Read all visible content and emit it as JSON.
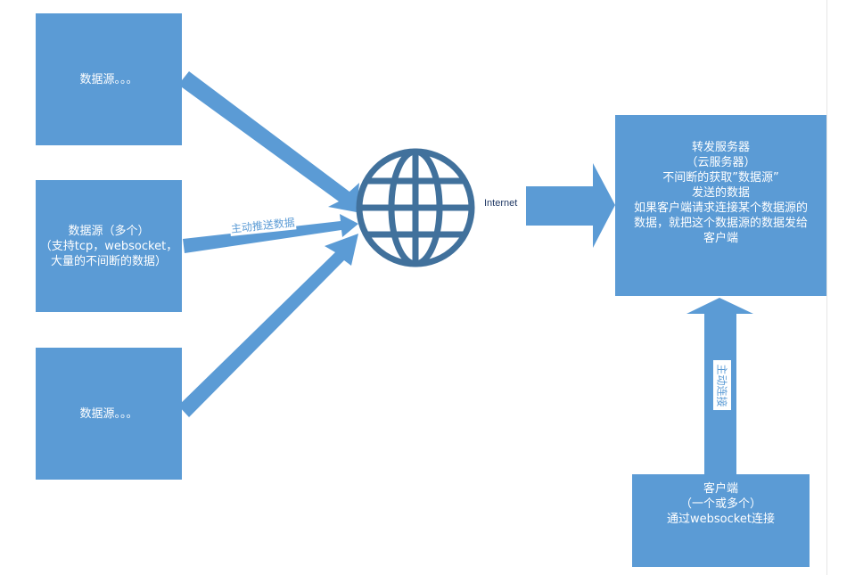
{
  "sources": [
    {
      "lines": [
        "数据源。。。"
      ]
    },
    {
      "lines": [
        "数据源（多个）",
        "（支持tcp，websocket，",
        "大量的不间断的数据）"
      ]
    },
    {
      "lines": [
        "数据源。。。"
      ]
    }
  ],
  "server": {
    "lines": [
      "转发服务器",
      "（云服务器）",
      "不间断的获取”数据源”",
      "发送的数据",
      "如果客户端请求连接某个数据源的",
      "数据，就把这个数据源的数据发给",
      "客户端"
    ]
  },
  "client": {
    "lines": [
      "客户端",
      "（一个或多个）",
      "通过websocket连接"
    ]
  },
  "labels": {
    "internet": "Internet",
    "push": "主动推送数据",
    "connect": "主动连接"
  },
  "icons": {
    "network": "globe-icon"
  },
  "colors": {
    "box_fill": "#5b9bd5",
    "globe": "#41719c",
    "text_on_box": "#ffffff"
  }
}
